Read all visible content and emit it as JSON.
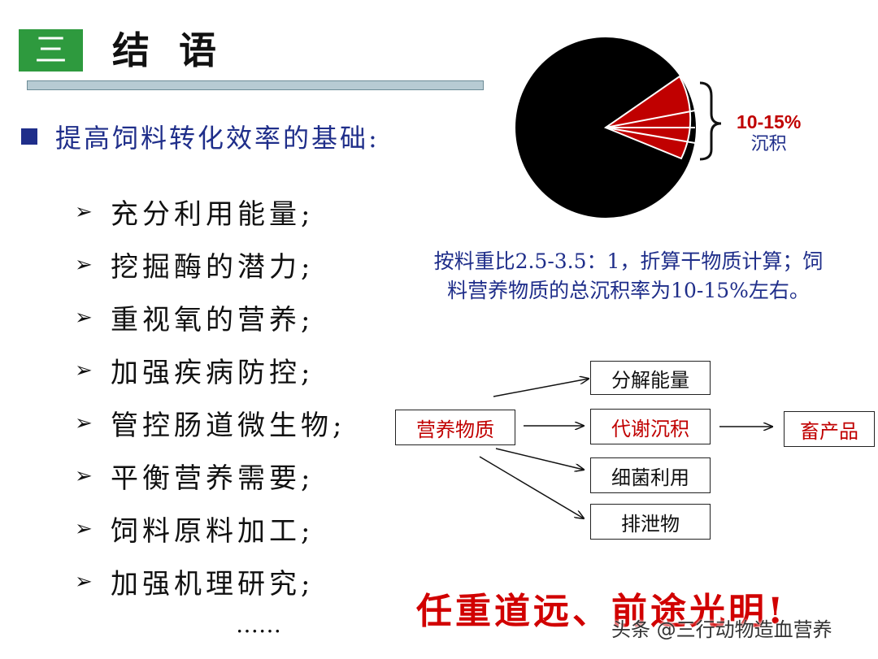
{
  "header": {
    "section_number": "三",
    "title": "结 语"
  },
  "main_heading": "提高饲料转化效率的基础:",
  "bullets": [
    "充分利用能量;",
    "挖掘酶的潜力;",
    "重视氧的营养;",
    "加强疾病防控;",
    "管控肠道微生物;",
    "平衡营养需要;",
    "饲料原料加工;",
    "加强机理研究;"
  ],
  "ellipsis": "……",
  "pie": {
    "percent_label": "10-15%",
    "word_label": "沉积",
    "colors": {
      "main": "#000000",
      "slice": "#c00000",
      "lines": "#ffffff"
    }
  },
  "note_lines": [
    "按料重比2.5-3.5：1，折算干物质计算；饲",
    "料营养物质的总沉积率为10-15%左右。"
  ],
  "flow": {
    "source": "营养物质",
    "outputs": [
      "分解能量",
      "代谢沉积",
      "细菌利用",
      "排泄物"
    ],
    "product": "畜产品"
  },
  "slogan": "任重道远、前途光明!",
  "watermark": "头条 @三行动物造血营养"
}
